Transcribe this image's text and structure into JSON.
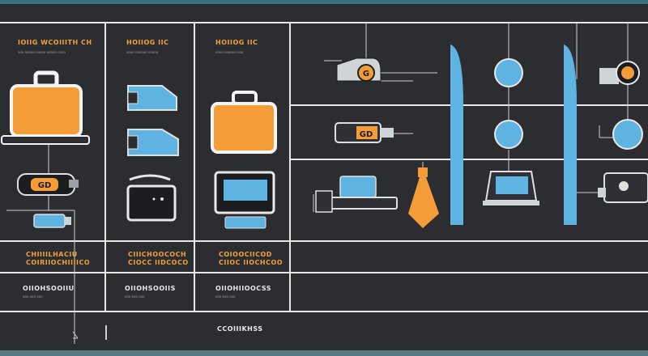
{
  "colors": {
    "background": "#2b2d31",
    "grid_line": "#e8e8e8",
    "accent_orange": "#f39c38",
    "accent_blue": "#5fb3e0",
    "top_bar": "#3c6e7e",
    "bottom_bar": "#5a7b83"
  },
  "header": {
    "col1": {
      "title": "IOIIG WCOIIITH CH",
      "sub": "ooo ooooo ooooo ooooo oooo"
    },
    "col2": {
      "title": "HOIIOG IIC",
      "sub": "oooo oooooo ooooo"
    },
    "col3": {
      "title": "HOIIOG IIC",
      "sub": "oooo oooooo ooo"
    }
  },
  "badges": {
    "g": "G",
    "gd": "GD",
    "gd2": "GD"
  },
  "rows": {
    "row1": {
      "col1": {
        "line1": "CHIIIILHACIU",
        "line2": "COIRIIOCHIIIICO"
      },
      "col2": {
        "line1": "CIIICHOOCOCH",
        "line2": "CIOCC IIDCOCO"
      },
      "col3": {
        "line1": "COIOOCIICOD",
        "line2": "CIIOC IIOCHCOO"
      }
    },
    "row2": {
      "col1": {
        "title": "OIIOHSOOIIU",
        "sub": "ooo ooo ooo"
      },
      "col2": {
        "title": "OIIOHSOOIIS",
        "sub": "ooo ooo ooo"
      },
      "col3": {
        "title": "OIIOHIIOOCSS",
        "sub": "ooo ooo ooo"
      }
    }
  },
  "footer": {
    "title": "CCOIIIKHSS"
  },
  "icons": [
    "briefcase-icon",
    "cable-connector-icon",
    "usb-drive-icon",
    "laptop-icon",
    "monitor-icon",
    "globe-node-icon",
    "necktie-icon",
    "camera-icon"
  ]
}
